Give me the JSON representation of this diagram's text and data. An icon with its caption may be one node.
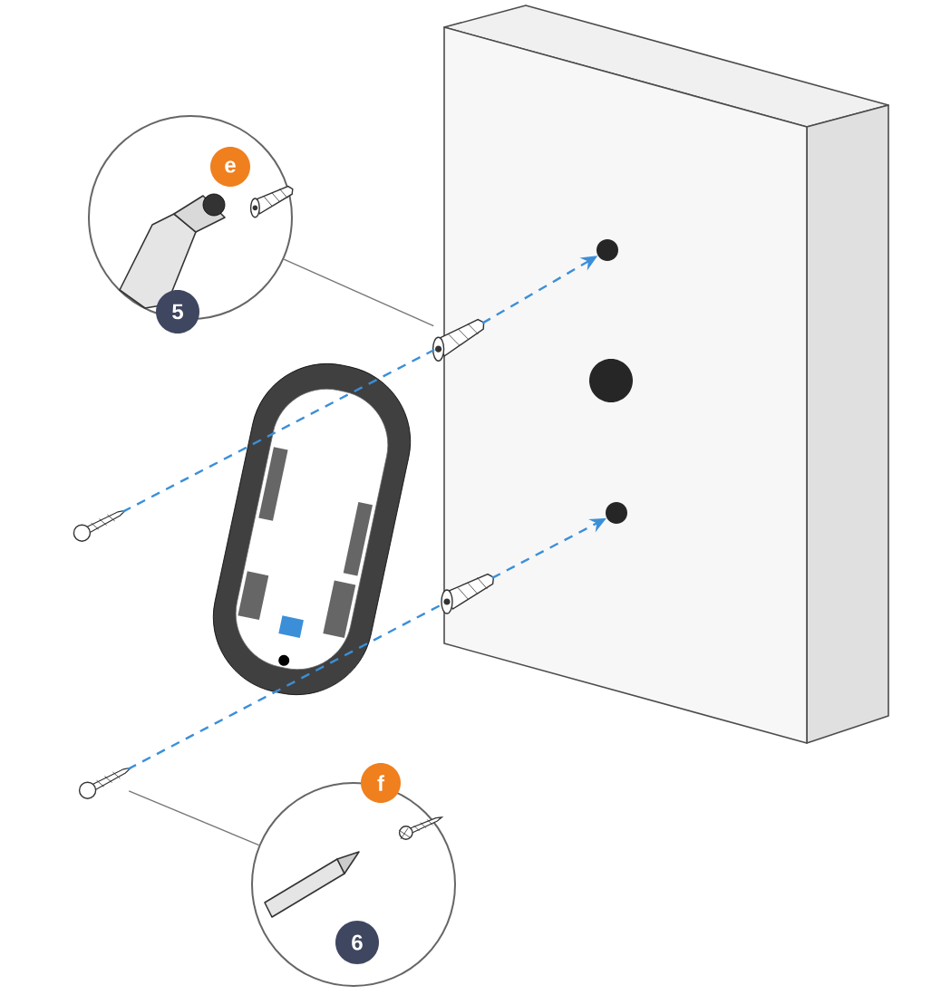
{
  "diagram": {
    "nodes": [
      {
        "text": [],
        "shape": "circle"
      },
      {
        "text": [
          "e"
        ],
        "in": 0
      },
      {
        "text": [
          "5"
        ],
        "in": 0
      },
      {
        "text": [],
        "shape": "circle"
      },
      {
        "text": [
          "f"
        ],
        "in": 3
      },
      {
        "text": [
          "6"
        ],
        "in": 3
      },
      {
        "text": [],
        "shape": "picture"
      },
      {
        "text": [],
        "shape": "picture"
      },
      {
        "text": [],
        "shape": "picture"
      },
      {
        "text": [],
        "shape": "picture"
      },
      {
        "text": [],
        "shape": "circle"
      },
      {
        "text": [],
        "shape": "circle"
      }
    ],
    "edges": [
      {
        "from": 0,
        "to": 6,
        "arrow": "none",
        "color": "#777777"
      },
      {
        "from": 3,
        "to": 9,
        "arrow": "none",
        "color": "#777777"
      },
      {
        "from": 8,
        "to": 6,
        "arrow": "none",
        "style": "dashed"
      },
      {
        "from": 6,
        "to": 10,
        "arrow": "to",
        "style": "dashed"
      },
      {
        "from": 9,
        "to": 7,
        "arrow": "none",
        "style": "dashed"
      },
      {
        "from": 7,
        "to": 11,
        "arrow": "to",
        "style": "dashed"
      }
    ]
  }
}
